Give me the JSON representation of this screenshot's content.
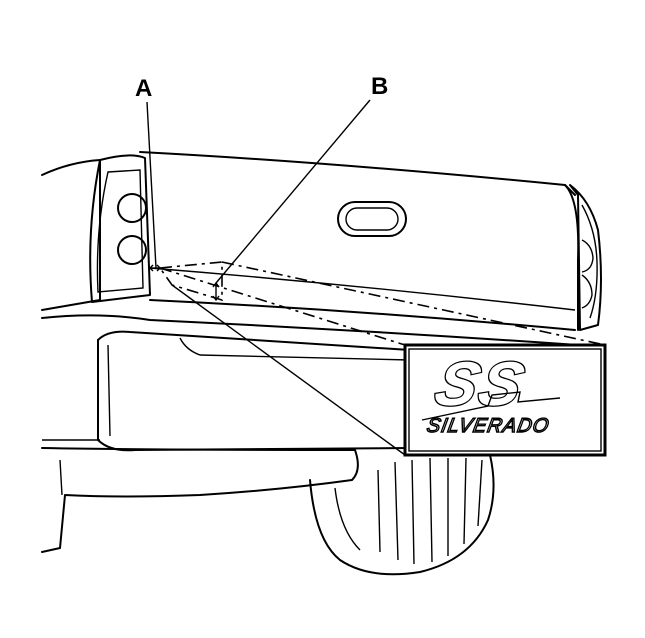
{
  "callouts": {
    "a": "A",
    "b": "B"
  },
  "emblem": {
    "primary_mark": "SS",
    "secondary_mark": "SILVERADO"
  },
  "colors": {
    "line": "#000000",
    "background": "#ffffff"
  }
}
